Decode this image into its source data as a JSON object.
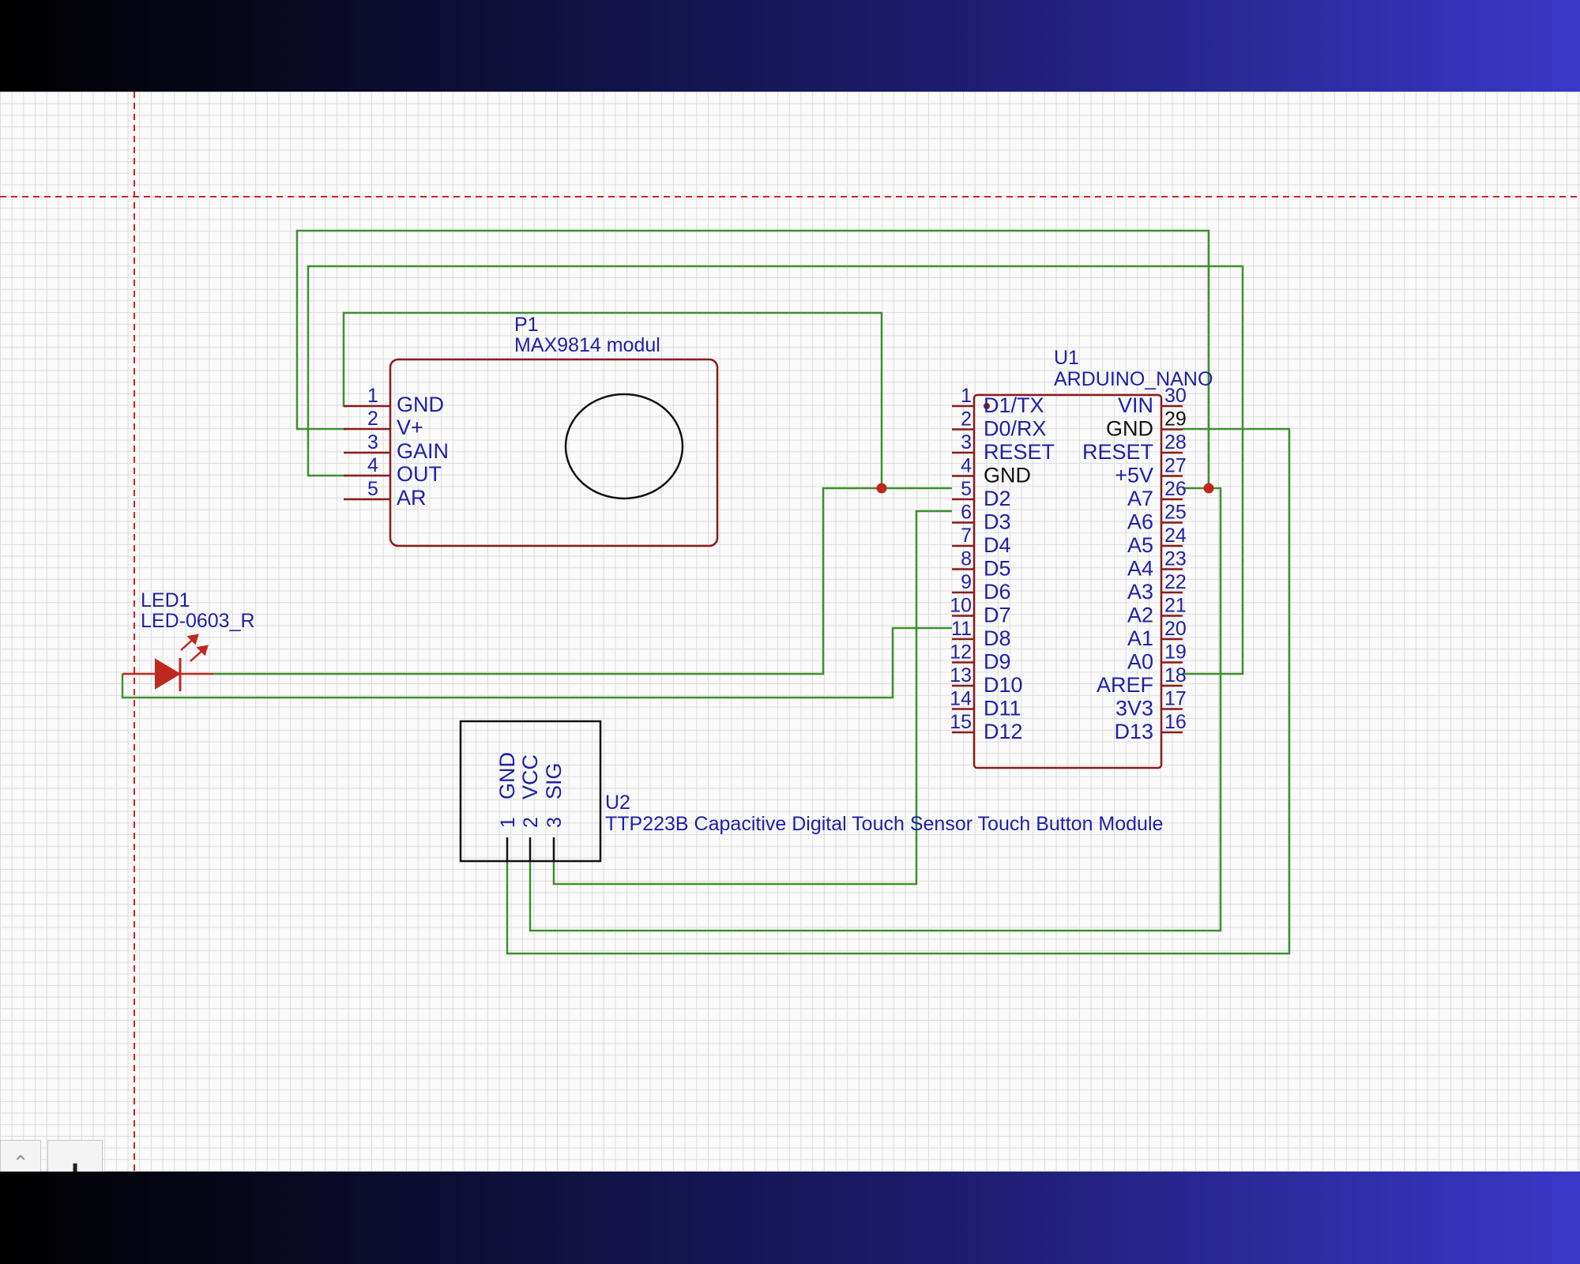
{
  "colors": {
    "wire": "#3f8f2f",
    "symbol": "#8b1a1a",
    "text": "#1f1fa8",
    "junction": "#c0281e",
    "sheet_border": "#d22222"
  },
  "p1": {
    "ref": "P1",
    "value": "MAX9814 modul",
    "pins": [
      {
        "num": "1",
        "name": "GND"
      },
      {
        "num": "2",
        "name": "V+"
      },
      {
        "num": "3",
        "name": "GAIN"
      },
      {
        "num": "4",
        "name": "OUT"
      },
      {
        "num": "5",
        "name": "AR"
      }
    ]
  },
  "u1": {
    "ref": "U1",
    "value": "ARDUINO_NANO",
    "left_pins": [
      {
        "num": "1",
        "name": "D1/TX"
      },
      {
        "num": "2",
        "name": "D0/RX"
      },
      {
        "num": "3",
        "name": "RESET"
      },
      {
        "num": "4",
        "name": "GND"
      },
      {
        "num": "5",
        "name": "D2"
      },
      {
        "num": "6",
        "name": "D3"
      },
      {
        "num": "7",
        "name": "D4"
      },
      {
        "num": "8",
        "name": "D5"
      },
      {
        "num": "9",
        "name": "D6"
      },
      {
        "num": "10",
        "name": "D7"
      },
      {
        "num": "11",
        "name": "D8"
      },
      {
        "num": "12",
        "name": "D9"
      },
      {
        "num": "13",
        "name": "D10"
      },
      {
        "num": "14",
        "name": "D11"
      },
      {
        "num": "15",
        "name": "D12"
      }
    ],
    "right_pins": [
      {
        "num": "30",
        "name": "VIN"
      },
      {
        "num": "29",
        "name": "GND"
      },
      {
        "num": "28",
        "name": "RESET"
      },
      {
        "num": "27",
        "name": "+5V"
      },
      {
        "num": "26",
        "name": "A7"
      },
      {
        "num": "25",
        "name": "A6"
      },
      {
        "num": "24",
        "name": "A5"
      },
      {
        "num": "23",
        "name": "A4"
      },
      {
        "num": "22",
        "name": "A3"
      },
      {
        "num": "21",
        "name": "A2"
      },
      {
        "num": "20",
        "name": "A1"
      },
      {
        "num": "19",
        "name": "A0"
      },
      {
        "num": "18",
        "name": "AREF"
      },
      {
        "num": "17",
        "name": "3V3"
      },
      {
        "num": "16",
        "name": "D13"
      }
    ]
  },
  "led1": {
    "ref": "LED1",
    "value": "LED-0603_R"
  },
  "u2": {
    "ref": "U2",
    "value": "TTP223B Capacitive Digital Touch Sensor Touch Button Module",
    "pins": [
      {
        "num": "1",
        "name": "GND"
      },
      {
        "num": "2",
        "name": "VCC"
      },
      {
        "num": "3",
        "name": "SIG"
      }
    ]
  },
  "controls": {
    "nav_up_icon": "chevron-up-icon",
    "zoom_add_icon": "plus-icon",
    "zoom_add_label": "+",
    "nav_up_label": "⌃"
  }
}
